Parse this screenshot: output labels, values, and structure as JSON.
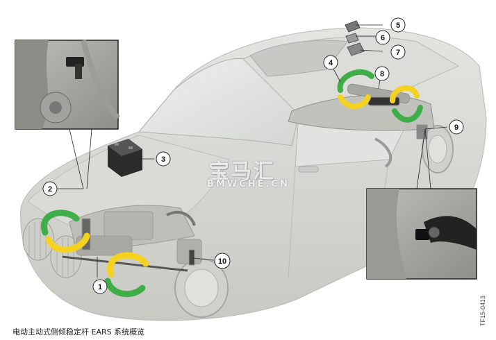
{
  "caption": "电动主动式侧倾稳定杆 EARS 系统概览",
  "doc_id": "TF15-0413",
  "watermark": {
    "text_cn": "宝马汇",
    "text_en": "BMWCHE.CN"
  },
  "callouts": [
    {
      "number": "1"
    },
    {
      "number": "2"
    },
    {
      "number": "3"
    },
    {
      "number": "4"
    },
    {
      "number": "5"
    },
    {
      "number": "6"
    },
    {
      "number": "7"
    },
    {
      "number": "8"
    },
    {
      "number": "9"
    },
    {
      "number": "10"
    }
  ],
  "colors": {
    "rotation_yellow": "#f5d21f",
    "rotation_green": "#3fae49",
    "car_body": "#d6d6d2"
  }
}
